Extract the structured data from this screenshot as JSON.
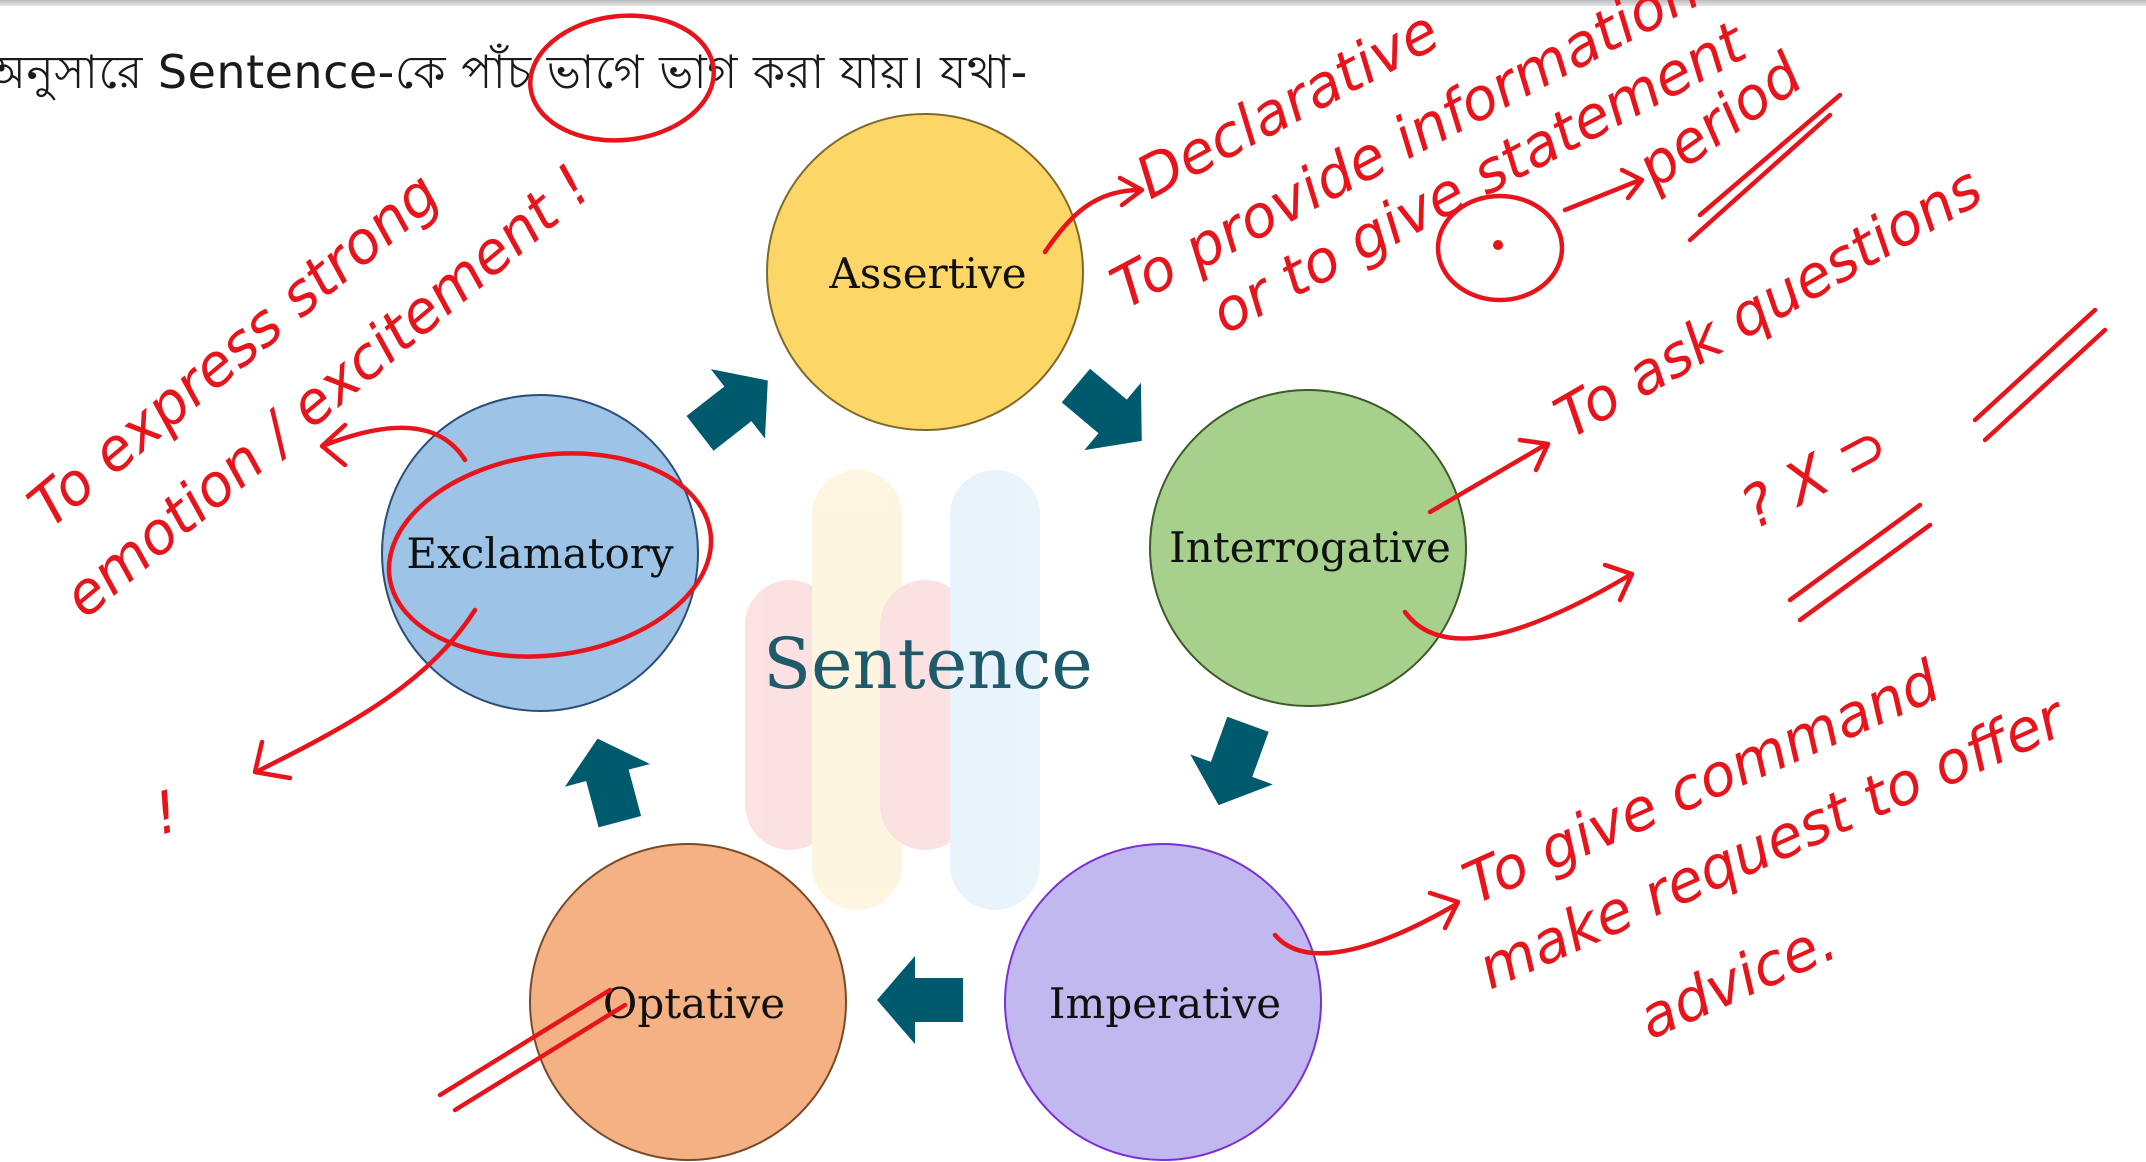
{
  "heading": "অনুসারে Sentence-কে পাঁচ ভাগে ভাগ করা যায়। যথা-",
  "diagram": {
    "center": "Sentence",
    "nodes": [
      {
        "label": "Assertive",
        "color": "#fcd667"
      },
      {
        "label": "Interrogative",
        "color": "#a8d08d"
      },
      {
        "label": "Imperative",
        "color": "#c2b8f0"
      },
      {
        "label": "Optative",
        "color": "#f4b183"
      },
      {
        "label": "Exclamatory",
        "color": "#9dc3e6"
      }
    ],
    "arrow_color": "#005a6e"
  },
  "annotations": {
    "assertive_1": "Declarative",
    "assertive_2": "To provide information",
    "assertive_3": "or to give statement",
    "period_symbol": "⊙",
    "period_word": "period",
    "interrogative_1": "To ask questions",
    "interrogative_2": "? X ⊃",
    "imperative_1": "To give command",
    "imperative_2": "make request to offer",
    "imperative_3": "advice.",
    "exclamatory_1": "To express strong",
    "exclamatory_2": "emotion / excitement !",
    "exclamation_mark": "!",
    "ink_color": "#e8141b"
  }
}
